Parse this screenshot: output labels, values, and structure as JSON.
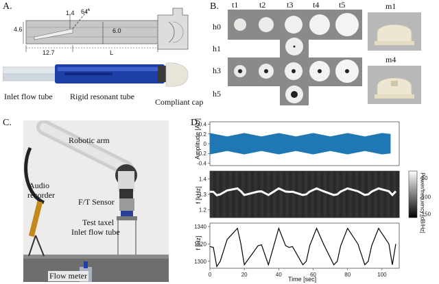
{
  "panels": {
    "a": {
      "label": "A.",
      "dims": {
        "d1": "1.4",
        "angle": "64°",
        "d2": "4.6",
        "d3": "6.0",
        "d4": "12.7",
        "d5": "L"
      },
      "captions": [
        "Inlet flow tube",
        "Rigid resonant tube",
        "Compliant cap"
      ]
    },
    "b": {
      "label": "B.",
      "cols": [
        "t1",
        "t2",
        "t3",
        "t4",
        "t5"
      ],
      "rows": [
        "h0",
        "h1",
        "h3",
        "h5"
      ],
      "samples": [
        "m1",
        "m4"
      ]
    },
    "c": {
      "label": "C.",
      "annotations": [
        "Robotic arm",
        "Audio",
        "recorder",
        "F/T Sensor",
        "Test taxel",
        "Inlet flow tube",
        "Flow meter"
      ]
    },
    "d": {
      "label": "D.",
      "colors": {
        "amplitude": "#1f77b4",
        "freq_line": "#000000"
      }
    }
  },
  "chart_data": [
    {
      "type": "area",
      "ylabel": "Amplitude [AU]",
      "ytick_labels": [
        "0.4",
        "0.2",
        "0",
        "-0.2",
        "-0.4"
      ],
      "ylim": [
        -0.45,
        0.45
      ],
      "xlim": [
        0,
        110
      ],
      "envelope_x": [
        0,
        10,
        20,
        30,
        40,
        50,
        60,
        70,
        80,
        90,
        100,
        105
      ],
      "envelope_y": [
        0.22,
        0.15,
        0.22,
        0.15,
        0.22,
        0.15,
        0.22,
        0.15,
        0.22,
        0.15,
        0.22,
        0.2
      ]
    },
    {
      "type": "heatmap",
      "ylabel": "f [kHz]",
      "ytick_labels": [
        "1.4",
        "1.3",
        "1.2"
      ],
      "ylim": [
        1.15,
        1.45
      ],
      "colorbar_label": "Power/frequency [dB/Hz]",
      "colorbar_ticks": [
        "-50",
        "-100",
        "-150"
      ]
    },
    {
      "type": "line",
      "ylabel": "f [Hz]",
      "xlabel": "Time [sec]",
      "ytick_labels": [
        "1340",
        "1320",
        "1300"
      ],
      "xtick_labels": [
        "0",
        "20",
        "40",
        "60",
        "80",
        "100"
      ],
      "ylim": [
        1292,
        1344
      ],
      "xlim": [
        0,
        110
      ],
      "x": [
        0,
        2,
        4,
        6,
        10,
        16,
        18,
        20,
        28,
        30,
        34,
        40,
        44,
        46,
        48,
        54,
        56,
        58,
        62,
        66,
        72,
        74,
        76,
        80,
        86,
        90,
        92,
        94,
        98,
        104,
        106,
        108
      ],
      "y": [
        1317,
        1316,
        1294,
        1300,
        1325,
        1338,
        1320,
        1296,
        1318,
        1319,
        1296,
        1338,
        1318,
        1316,
        1317,
        1296,
        1300,
        1318,
        1338,
        1320,
        1296,
        1300,
        1318,
        1338,
        1320,
        1296,
        1300,
        1318,
        1338,
        1320,
        1296,
        1320
      ]
    }
  ]
}
